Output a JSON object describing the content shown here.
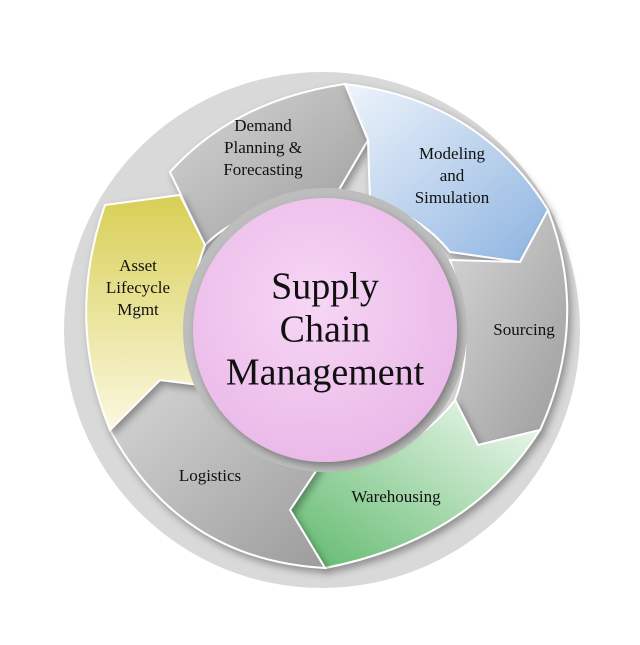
{
  "diagram": {
    "center": {
      "line1": "Supply",
      "line2": "Chain",
      "line3": "Management",
      "color": "#f0c8ef"
    },
    "segments": [
      {
        "id": "demand",
        "label": "Demand\nPlanning &\nForecasting",
        "color": "#c4c4c4"
      },
      {
        "id": "modeling",
        "label": "Modeling\nand\nSimulation",
        "color": "#a9c6e8"
      },
      {
        "id": "sourcing",
        "label": "Sourcing",
        "color": "#c4c4c4"
      },
      {
        "id": "warehousing",
        "label": "Warehousing",
        "color": "#7cc987"
      },
      {
        "id": "logistics",
        "label": "Logistics",
        "color": "#c4c4c4"
      },
      {
        "id": "asset",
        "label": "Asset\nLifecycle\nMgmt",
        "color": "#e8e08a"
      }
    ]
  }
}
